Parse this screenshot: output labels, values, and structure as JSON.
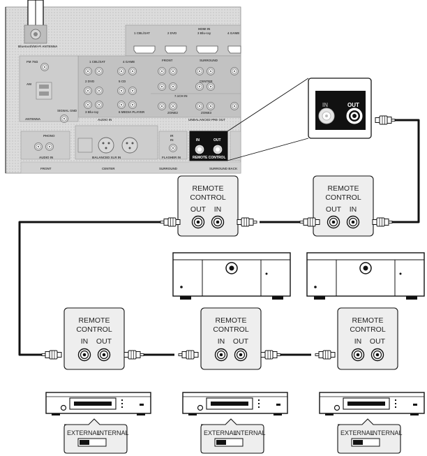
{
  "receiver": {
    "antenna_label": "Bluetooth/Wi-Fi ANTENNA",
    "fm_label": "FM 75Ω",
    "am_label": "AM",
    "antenna_section": "ANTENNA",
    "signal_gnd": "SIGNAL GND",
    "phono_label": "PHONO",
    "audio_in": "AUDIO IN",
    "balanced_label": "BALANCED XLR IN",
    "ir_label": "IR",
    "ir_in": "IN",
    "flasher_in": "FLASHER IN",
    "rc_in": "IN",
    "rc_out": "OUT",
    "rc_label": "REMOTE CONTROL",
    "hdmi_in": "HDMI IN",
    "hdmi_labels": [
      "1 CBL/SAT",
      "2 DVD",
      "3 Blu-ray",
      "4 GAME"
    ],
    "audio_in_labels": [
      "1 CBL/SAT",
      "4 GAME",
      "2 DVD",
      "5 CD",
      "3 Blu-ray",
      "6 MEDIA PLAYER"
    ],
    "zone_labels": [
      "FRONT",
      "SURROUND",
      "CENTER",
      "ZONE2",
      "ZONE3"
    ],
    "seven_ch": "7.1CH IN",
    "bottom_labels": [
      "FRONT",
      "CENTER",
      "SURROUND",
      "SURROUND BACK"
    ],
    "unbalanced": "UNBALANCED PRE OUT"
  },
  "zoom": {
    "in_label": "IN",
    "out_label": "OUT",
    "title": "REMOTE CONTROL"
  },
  "amp_boxes": [
    {
      "line1": "REMOTE",
      "line2": "CONTROL",
      "left": "OUT",
      "right": "IN"
    },
    {
      "line1": "REMOTE",
      "line2": "CONTROL",
      "left": "OUT",
      "right": "IN"
    }
  ],
  "src_boxes": [
    {
      "line1": "REMOTE",
      "line2": "CONTROL",
      "left": "IN",
      "right": "OUT"
    },
    {
      "line1": "REMOTE",
      "line2": "CONTROL",
      "left": "IN",
      "right": "OUT"
    },
    {
      "line1": "REMOTE",
      "line2": "CONTROL",
      "left": "IN",
      "right": "OUT"
    }
  ],
  "switch_boxes": [
    {
      "left": "EXTERNAL",
      "right": "INTERNAL"
    },
    {
      "left": "EXTERNAL",
      "right": "INTERNAL"
    },
    {
      "left": "EXTERNAL",
      "right": "INTERNAL"
    }
  ],
  "colors": {
    "panel": "#c8c8c8",
    "panel_dark": "#9a9a9a",
    "box_fill": "#eeeeee",
    "cable": "#111111",
    "device": "#ffffff"
  }
}
